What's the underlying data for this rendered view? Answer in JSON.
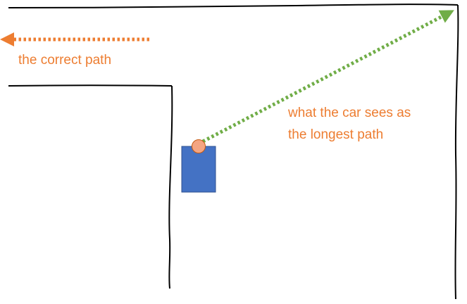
{
  "colors": {
    "wall": "#000000",
    "correct_path": "#ED7D31",
    "longest_path": "#70AD47",
    "car_body": "#4472C4",
    "sensor": "#F4A582",
    "text": "#ED7D31"
  },
  "labels": {
    "correct_path": "the correct path",
    "car_sees_line1": "what the car sees as",
    "car_sees_line2": "the longest path"
  }
}
